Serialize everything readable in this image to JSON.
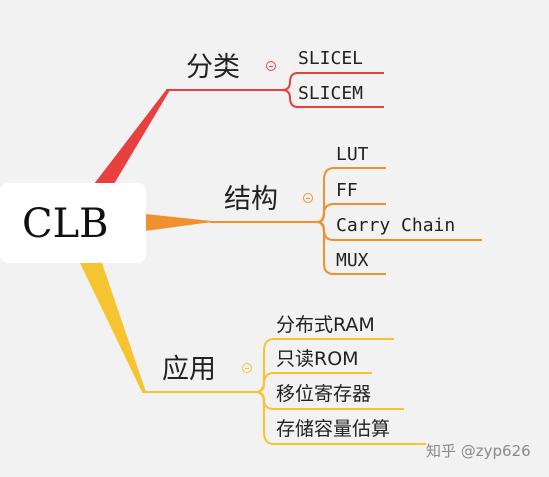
{
  "root": {
    "label": "CLB"
  },
  "colors": {
    "red": "#e8403f",
    "orange": "#f0902e",
    "yellow": "#f6c431"
  },
  "branches": [
    {
      "label": "分类",
      "color": "red",
      "children": [
        "SLICEL",
        "SLICEM"
      ]
    },
    {
      "label": "结构",
      "color": "orange",
      "children": [
        "LUT",
        "FF",
        "Carry Chain",
        "MUX"
      ]
    },
    {
      "label": "应用",
      "color": "yellow",
      "children": [
        "分布式RAM",
        "只读ROM",
        "移位寄存器",
        "存储容量估算"
      ]
    }
  ],
  "watermark": "知乎 @zyp626"
}
